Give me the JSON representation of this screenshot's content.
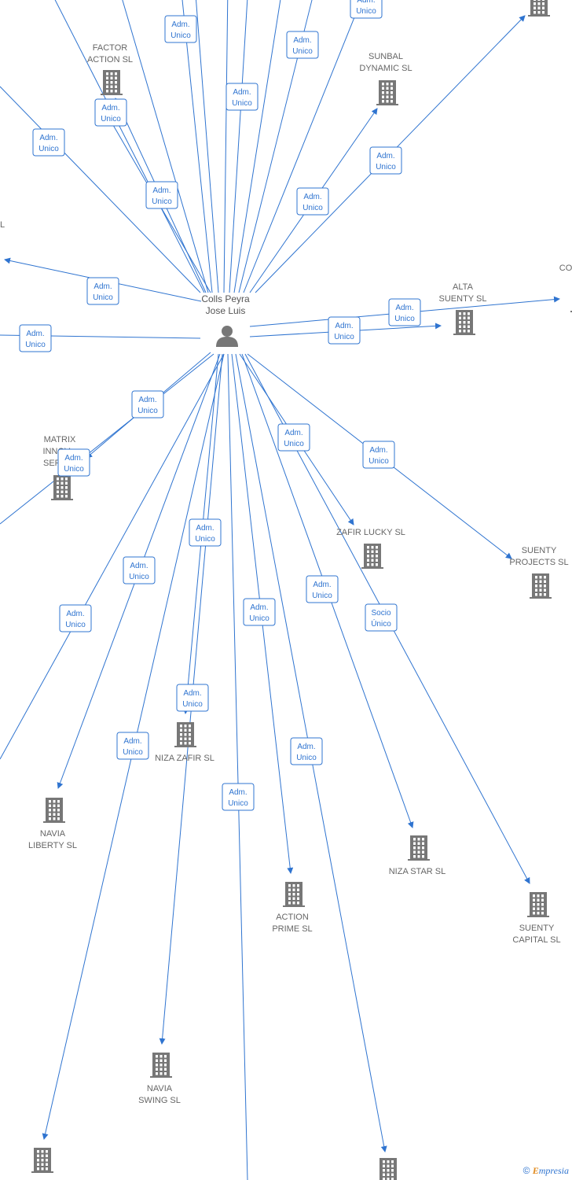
{
  "center": {
    "label_line1": "Colls Peyra",
    "label_line2": "Jose Luis"
  },
  "colors": {
    "edge": "#2f74d0",
    "building": "#777777",
    "person": "#777777",
    "brand_accent": "#e08a1e"
  },
  "companies": [
    {
      "id": "factor",
      "lines": [
        "FACTOR",
        "ACTION SL"
      ]
    },
    {
      "id": "sunbal",
      "lines": [
        "SUNBAL",
        "DYNAMIC SL"
      ]
    },
    {
      "id": "topright",
      "lines": []
    },
    {
      "id": "leftl",
      "lines": [
        "L"
      ]
    },
    {
      "id": "co",
      "lines": [
        "CO"
      ]
    },
    {
      "id": "alta",
      "lines": [
        "ALTA",
        "SUENTY SL"
      ]
    },
    {
      "id": "matrix",
      "lines": [
        "MATRIX",
        "INNOV...",
        "SERVI..."
      ]
    },
    {
      "id": "zafir",
      "lines": [
        "ZAFIR LUCKY SL"
      ]
    },
    {
      "id": "suentyp",
      "lines": [
        "SUENTY",
        "PROJECTS SL"
      ]
    },
    {
      "id": "niza_zafir",
      "lines": [
        "NIZA ZAFIR SL"
      ]
    },
    {
      "id": "navia_lib",
      "lines": [
        "NAVIA",
        "LIBERTY SL"
      ]
    },
    {
      "id": "action",
      "lines": [
        "ACTION",
        "PRIME SL"
      ]
    },
    {
      "id": "niza_star",
      "lines": [
        "NIZA STAR SL"
      ]
    },
    {
      "id": "suenty_cap",
      "lines": [
        "SUENTY",
        "CAPITAL SL"
      ]
    },
    {
      "id": "navia_swing",
      "lines": [
        "NAVIA",
        "SWING SL"
      ]
    },
    {
      "id": "bottom_left",
      "lines": []
    },
    {
      "id": "bottom_right",
      "lines": []
    }
  ],
  "relations": [
    {
      "id": "r1",
      "lines": [
        "Adm.",
        "Unico"
      ]
    },
    {
      "id": "r2",
      "lines": [
        "Adm.",
        "Unico"
      ]
    },
    {
      "id": "r3",
      "lines": [
        "Adm.",
        "Unico"
      ]
    },
    {
      "id": "r4",
      "lines": [
        "Adm.",
        "Unico"
      ]
    },
    {
      "id": "r5",
      "lines": [
        "Adm.",
        "Unico"
      ]
    },
    {
      "id": "r6",
      "lines": [
        "Adm.",
        "Unico"
      ]
    },
    {
      "id": "r7",
      "lines": [
        "Adm.",
        "Unico"
      ]
    },
    {
      "id": "r8",
      "lines": [
        "Adm.",
        "Unico"
      ]
    },
    {
      "id": "r9",
      "lines": [
        "Adm.",
        "Unico"
      ]
    },
    {
      "id": "r10",
      "lines": [
        "Adm.",
        "Unico"
      ]
    },
    {
      "id": "r11",
      "lines": [
        "Adm.",
        "Unico"
      ]
    },
    {
      "id": "r12",
      "lines": [
        "Adm.",
        "Unico"
      ]
    },
    {
      "id": "r13",
      "lines": [
        "Adm.",
        "Unico"
      ]
    },
    {
      "id": "r14",
      "lines": [
        "Adm.",
        "Unico"
      ]
    },
    {
      "id": "r15",
      "lines": [
        "Adm.",
        "Unico"
      ]
    },
    {
      "id": "r16",
      "lines": [
        "Adm.",
        "Unico"
      ]
    },
    {
      "id": "r17",
      "lines": [
        "Adm.",
        "Unico"
      ]
    },
    {
      "id": "r18",
      "lines": [
        "Adm.",
        "Unico"
      ]
    },
    {
      "id": "r19",
      "lines": [
        "Adm.",
        "Unico"
      ]
    },
    {
      "id": "r20",
      "lines": [
        "Adm.",
        "Unico"
      ]
    },
    {
      "id": "r21",
      "lines": [
        "Adm.",
        "Unico"
      ]
    },
    {
      "id": "r22",
      "lines": [
        "Adm.",
        "Unico"
      ]
    },
    {
      "id": "r23",
      "lines": [
        "Socio",
        "Único"
      ]
    },
    {
      "id": "r24",
      "lines": [
        "Adm.",
        "Unico"
      ]
    },
    {
      "id": "r25",
      "lines": [
        "Adm.",
        "Unico"
      ]
    },
    {
      "id": "r26",
      "lines": [
        "Adm.",
        "Unico"
      ]
    },
    {
      "id": "r27",
      "lines": [
        "Adm.",
        "Unico"
      ]
    },
    {
      "id": "r28",
      "lines": [
        "Adm.",
        "Unico"
      ]
    }
  ],
  "footer": {
    "copyright": "©",
    "brand_first": "E",
    "brand_rest": "mpresia"
  }
}
